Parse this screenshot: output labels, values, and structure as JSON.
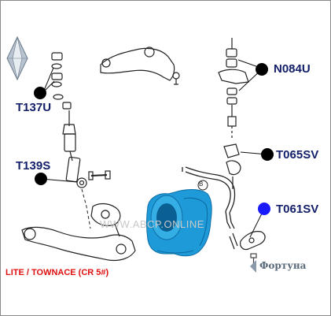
{
  "part_codes": {
    "t137u": "T137U",
    "n084u": "N084U",
    "t065sv": "T065SV",
    "t139s": "T139S",
    "t061sv": "T061SV"
  },
  "model_label": "LITE / TOWNACE (CR 5#)",
  "watermark": "WWW.ABCP.ONLINE",
  "brand": "Фортуна",
  "callout_letter": "B",
  "colors": {
    "code_text": "#14206a",
    "model_text": "#e01010",
    "marker_default": "#000000",
    "marker_highlight": "#1a1aff",
    "bushing": "#1f9ad8"
  },
  "icons": [
    "diamond-logo-icon",
    "fortuna-logo-icon"
  ]
}
